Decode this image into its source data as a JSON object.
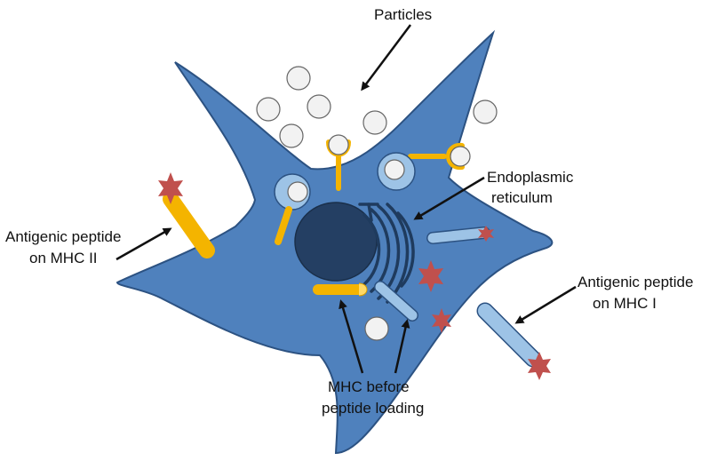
{
  "labels": {
    "particles": "Particles",
    "er_line1": "Endoplasmic",
    "er_line2": "reticulum",
    "mhc2_line1": "Antigenic peptide",
    "mhc2_line2": "on MHC II",
    "mhc1_line1": "Antigenic peptide",
    "mhc1_line2": "on MHC I",
    "before_line1": "MHC before",
    "before_line2": "peptide loading"
  },
  "colors": {
    "cell_fill": "#4f81bd",
    "cell_stroke": "#2c5282",
    "nucleus": "#243f63",
    "er": "#1f3b5e",
    "mhc2": "#f4b400",
    "mhc1": "#9dc3e6",
    "peptide": "#c0504d",
    "particle": "#f2f2f2"
  }
}
